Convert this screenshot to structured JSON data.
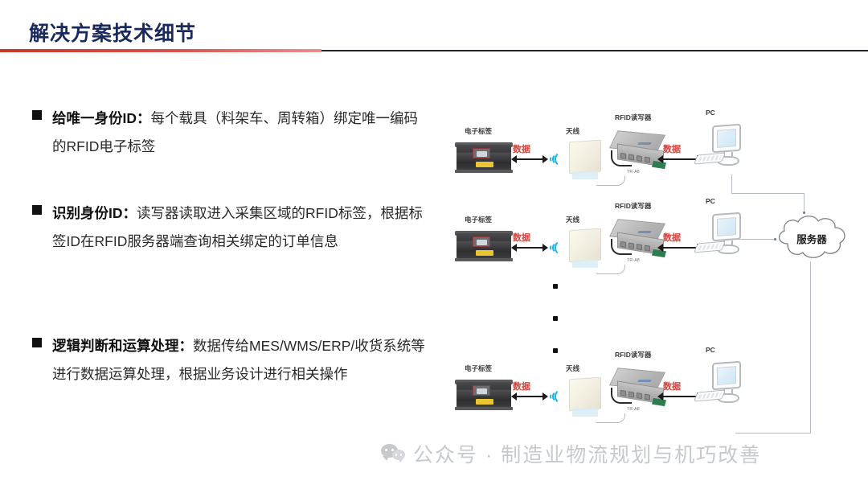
{
  "header": {
    "title": "解决方案技术细节"
  },
  "bullets": [
    {
      "lead": "给唯一身份ID：",
      "body": "每个载具（料架车、周转箱）绑定唯一编码的RFID电子标签"
    },
    {
      "lead": "识别身份ID：",
      "body": "读写器读取进入采集区域的RFID标签，根据标签ID在RFID服务器端查询相关绑定的订单信息"
    },
    {
      "lead": "逻辑判断和运算处理：",
      "body": "数据传给MES/WMS/ERP/收货系统等进行数据运算处理，根据业务设计进行相关操作"
    }
  ],
  "diagram": {
    "labels": {
      "tag": "电子标签",
      "antenna": "天线",
      "reader": "RFID读写器",
      "pc": "PC",
      "data": "数据",
      "server": "服务器",
      "reader_model": "TR-A8"
    },
    "rows": [
      {
        "tag": "电子标签",
        "antenna": "天线",
        "reader": "RFID读写器",
        "pc": "PC",
        "data_left": "数据",
        "data_right": "数据"
      },
      {
        "tag": "电子标签",
        "antenna": "天线",
        "reader": "RFID读写器",
        "pc": "PC",
        "data_left": "数据",
        "data_right": "数据"
      },
      {
        "tag": "电子标签",
        "antenna": "天线",
        "reader": "RFID读写器",
        "pc": "PC",
        "data_left": "数据",
        "data_right": "数据"
      }
    ],
    "ellipsis": "⋮"
  },
  "watermark": {
    "text": "公众号 · 制造业物流规划与机巧改善"
  },
  "colors": {
    "title": "#1b2a5e",
    "rule_red": "#c0392b",
    "rule_dark": "#23252b",
    "data_label": "#d24a43",
    "wifi": "#16b6e8",
    "watermark": "#c6cacd"
  }
}
